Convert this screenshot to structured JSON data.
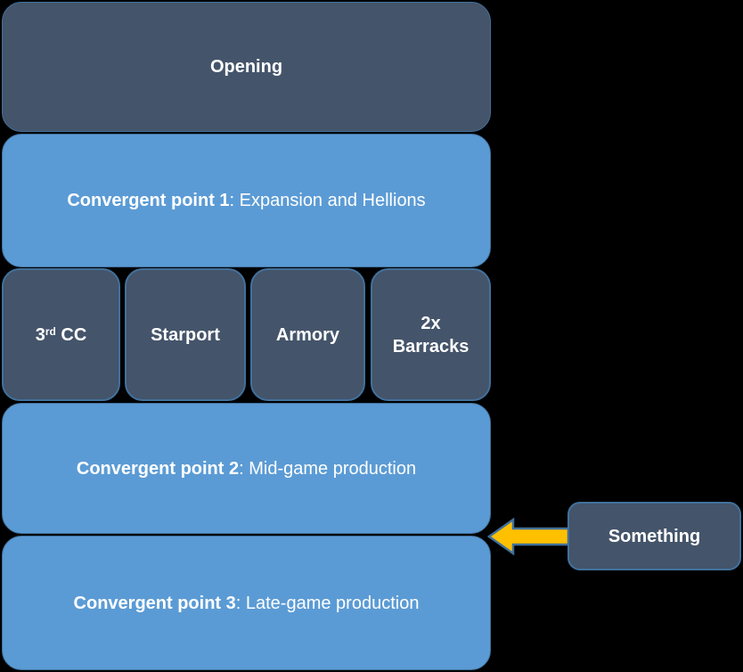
{
  "canvas": {
    "background": "#000000"
  },
  "palette": {
    "background": "#000000",
    "dark_fill": "#44546A",
    "blue_fill": "#5B9BD5",
    "outline": "#41719C",
    "arrow_fill": "#FFC000",
    "text": "#FFFFFF"
  },
  "flowchart": {
    "opening": {
      "label": "Opening"
    },
    "convergent_point_1": {
      "bold": "Convergent point 1",
      "regular": ": Expansion and Hellions"
    },
    "build_options": [
      {
        "pre": "3",
        "sup": "rd",
        "post": " CC"
      },
      {
        "label": "Starport"
      },
      {
        "label": "Armory"
      },
      {
        "label": "2x\nBarracks"
      }
    ],
    "convergent_point_2": {
      "bold": "Convergent point 2",
      "regular": ": Mid-game production"
    },
    "convergent_point_3": {
      "bold": "Convergent point 3",
      "regular": ": Late-game production"
    },
    "annotation": {
      "label": "Something"
    }
  }
}
